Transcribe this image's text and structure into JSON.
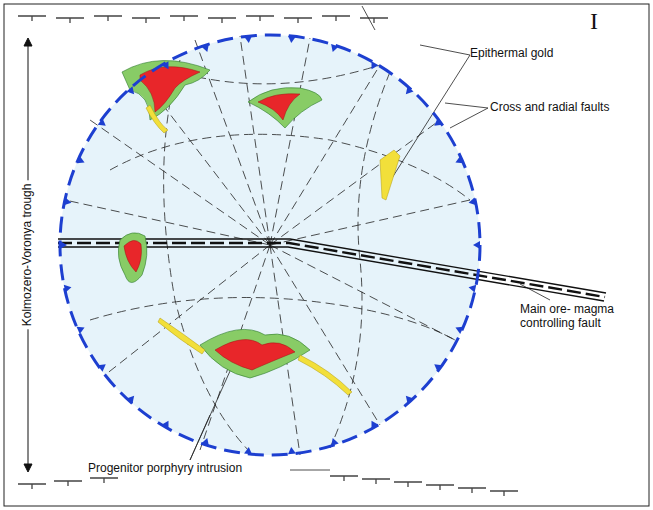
{
  "diagram": {
    "labels": [
      "I",
      "Kolmozero-Voronya trough",
      "Epithermal gold",
      "Cross and radial faults",
      "Main ore- magma controlling fault",
      "Progenitor porphyry intrusion"
    ]
  }
}
